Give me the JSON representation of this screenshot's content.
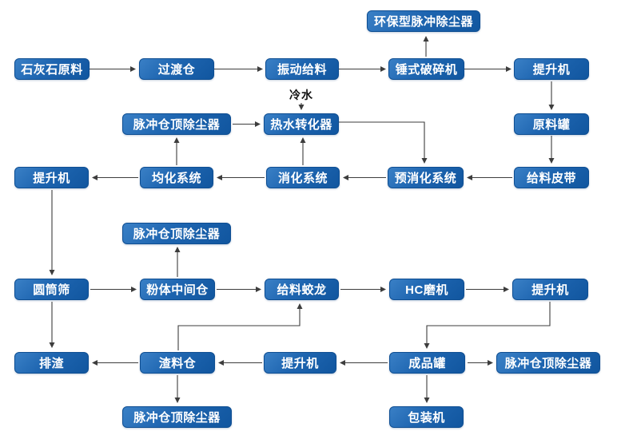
{
  "diagram": {
    "node_fill_top": "#3a80c6",
    "node_fill_bottom": "#11569f",
    "node_text_color": "#ffffff",
    "arrow_color": "#3d3d3d",
    "background": "#ffffff",
    "nodes": {
      "dust_collector_top": {
        "label": "环保型脉冲除尘器"
      },
      "limestone_raw": {
        "label": "石灰石原料"
      },
      "transition_bin": {
        "label": "过渡仓"
      },
      "vibrating_feeder": {
        "label": "振动给料"
      },
      "hammer_crusher": {
        "label": "锤式破碎机"
      },
      "elevator_top_right": {
        "label": "提升机"
      },
      "cold_water": {
        "label": "冷水"
      },
      "pulse_dust_row3": {
        "label": "脉冲仓顶除尘器"
      },
      "hot_water_converter": {
        "label": "热水转化器"
      },
      "raw_material_tank": {
        "label": "原料罐"
      },
      "elevator_mid_left": {
        "label": "提升机"
      },
      "homogenization_system": {
        "label": "均化系统"
      },
      "digestion_system": {
        "label": "消化系统"
      },
      "pre_digestion_system": {
        "label": "预消化系统"
      },
      "feeding_belt": {
        "label": "给料皮带"
      },
      "pulse_dust_row5": {
        "label": "脉冲仓顶除尘器"
      },
      "drum_screen": {
        "label": "圆筒筛"
      },
      "powder_middle_bin": {
        "label": "粉体中间仓"
      },
      "feeding_screw": {
        "label": "给料蛟龙"
      },
      "hc_mill": {
        "label": "HC磨机"
      },
      "elevator_row6_right": {
        "label": "提升机"
      },
      "slag_discharge": {
        "label": "排渣"
      },
      "slag_bin": {
        "label": "渣料仓"
      },
      "elevator_row7": {
        "label": "提升机"
      },
      "finished_product_tank": {
        "label": "成品罐"
      },
      "pulse_dust_row7": {
        "label": "脉冲仓顶除尘器"
      },
      "pulse_dust_bottom": {
        "label": "脉冲仓顶除尘器"
      },
      "packing_machine": {
        "label": "包装机"
      }
    },
    "edges": [
      {
        "from": "limestone_raw",
        "to": "transition_bin"
      },
      {
        "from": "transition_bin",
        "to": "vibrating_feeder"
      },
      {
        "from": "vibrating_feeder",
        "to": "hammer_crusher"
      },
      {
        "from": "hammer_crusher",
        "to": "elevator_top_right"
      },
      {
        "from": "hammer_crusher",
        "to": "dust_collector_top"
      },
      {
        "from": "elevator_top_right",
        "to": "raw_material_tank"
      },
      {
        "from": "raw_material_tank",
        "to": "feeding_belt"
      },
      {
        "from": "cold_water",
        "to": "hot_water_converter"
      },
      {
        "from": "pulse_dust_row3",
        "to": "hot_water_converter"
      },
      {
        "from": "digestion_system",
        "to": "hot_water_converter"
      },
      {
        "from": "hot_water_converter",
        "to": "pre_digestion_system"
      },
      {
        "from": "feeding_belt",
        "to": "pre_digestion_system"
      },
      {
        "from": "pre_digestion_system",
        "to": "digestion_system"
      },
      {
        "from": "digestion_system",
        "to": "homogenization_system"
      },
      {
        "from": "homogenization_system",
        "to": "elevator_mid_left"
      },
      {
        "from": "homogenization_system",
        "to": "pulse_dust_row3"
      },
      {
        "from": "elevator_mid_left",
        "to": "drum_screen"
      },
      {
        "from": "drum_screen",
        "to": "powder_middle_bin"
      },
      {
        "from": "powder_middle_bin",
        "to": "feeding_screw"
      },
      {
        "from": "feeding_screw",
        "to": "hc_mill"
      },
      {
        "from": "hc_mill",
        "to": "elevator_row6_right"
      },
      {
        "from": "powder_middle_bin",
        "to": "pulse_dust_row5"
      },
      {
        "from": "drum_screen",
        "to": "slag_discharge"
      },
      {
        "from": "elevator_row6_right",
        "to": "finished_product_tank"
      },
      {
        "from": "slag_bin",
        "to": "feeding_screw"
      },
      {
        "from": "finished_product_tank",
        "to": "elevator_row7"
      },
      {
        "from": "elevator_row7",
        "to": "slag_bin"
      },
      {
        "from": "slag_bin",
        "to": "slag_discharge"
      },
      {
        "from": "slag_bin",
        "to": "pulse_dust_bottom"
      },
      {
        "from": "finished_product_tank",
        "to": "pulse_dust_row7"
      },
      {
        "from": "finished_product_tank",
        "to": "packing_machine"
      }
    ]
  }
}
